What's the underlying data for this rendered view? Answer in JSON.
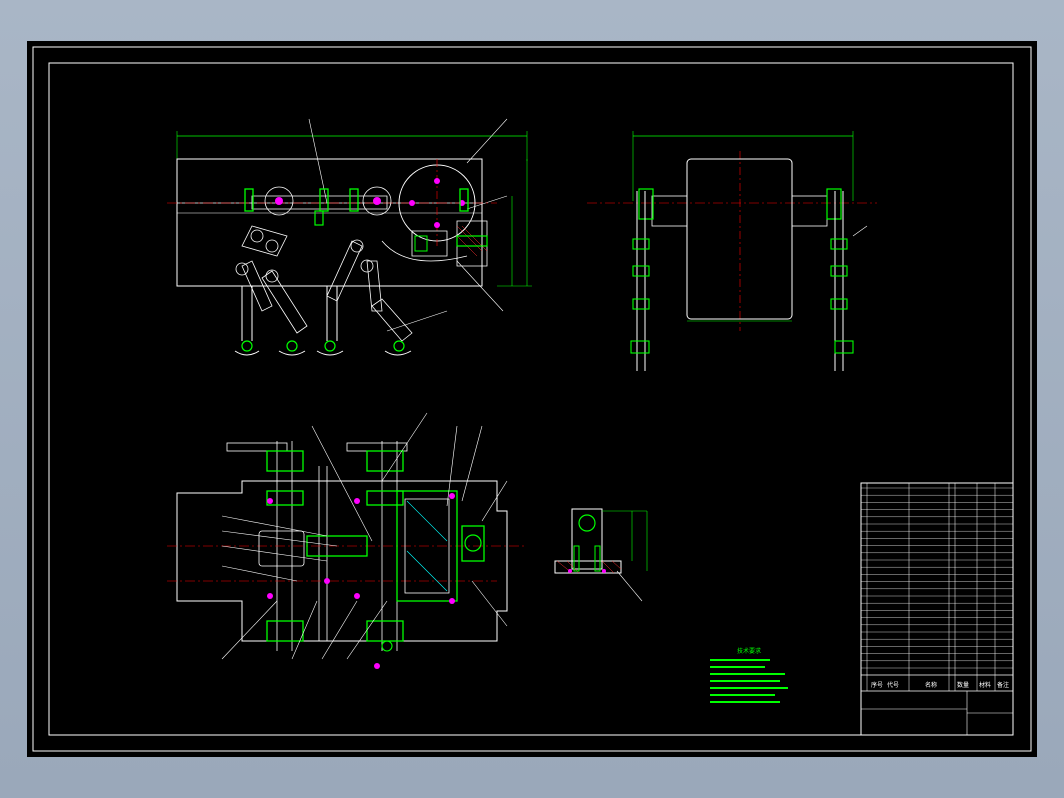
{
  "colors": {
    "background": "#000000",
    "outline": "#ffffff",
    "part": "#00ff00",
    "centerline": "#ff0000",
    "dimension": "#00ff00",
    "bolt": "#ff00ff",
    "hatch": "#ff3030",
    "cyan": "#00ffff"
  },
  "title_block": {
    "header_cells": [
      "序号",
      "代号",
      "名称",
      "数量",
      "材料",
      "备注"
    ],
    "drawing_name": "",
    "drawing_no": ""
  },
  "notes": {
    "heading": "技术要求",
    "lines": [
      "",
      "",
      "",
      "",
      "",
      "",
      ""
    ]
  }
}
